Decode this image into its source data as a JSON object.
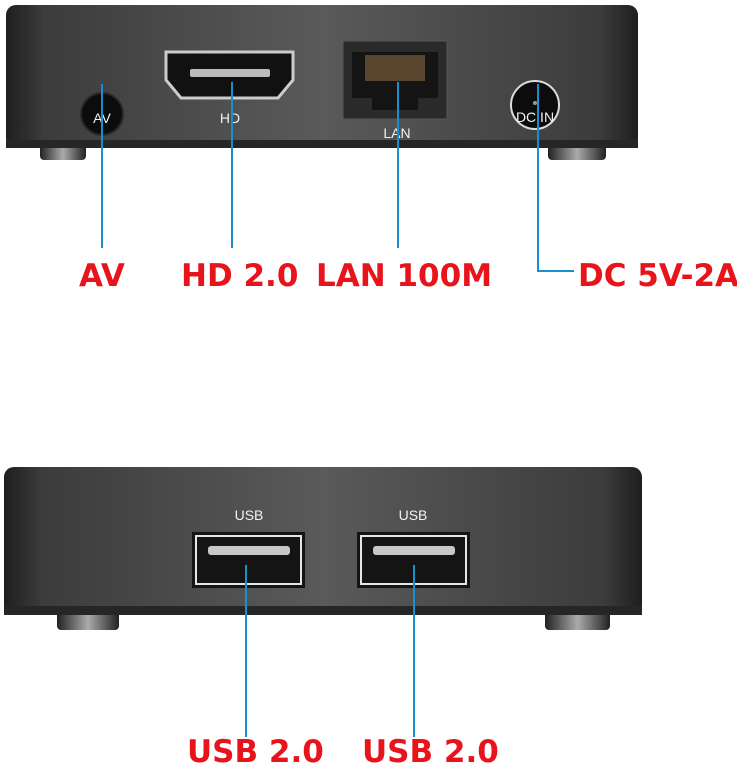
{
  "colors": {
    "label_red": "#e8141b",
    "leader_blue": "#1a8fd0",
    "box": "#4a4a4a"
  },
  "top_panel": {
    "port_labels": {
      "av": "AV",
      "hd": "HD",
      "lan": "LAN",
      "dc": "DC IN"
    },
    "callouts": {
      "av": "AV",
      "hd": "HD 2.0",
      "lan": "LAN 100M",
      "dc": "DC 5V-2A"
    }
  },
  "bottom_panel": {
    "port_labels": {
      "usb1": "USB",
      "usb2": "USB"
    },
    "callouts": {
      "usb1": "USB 2.0",
      "usb2": "USB 2.0"
    }
  }
}
